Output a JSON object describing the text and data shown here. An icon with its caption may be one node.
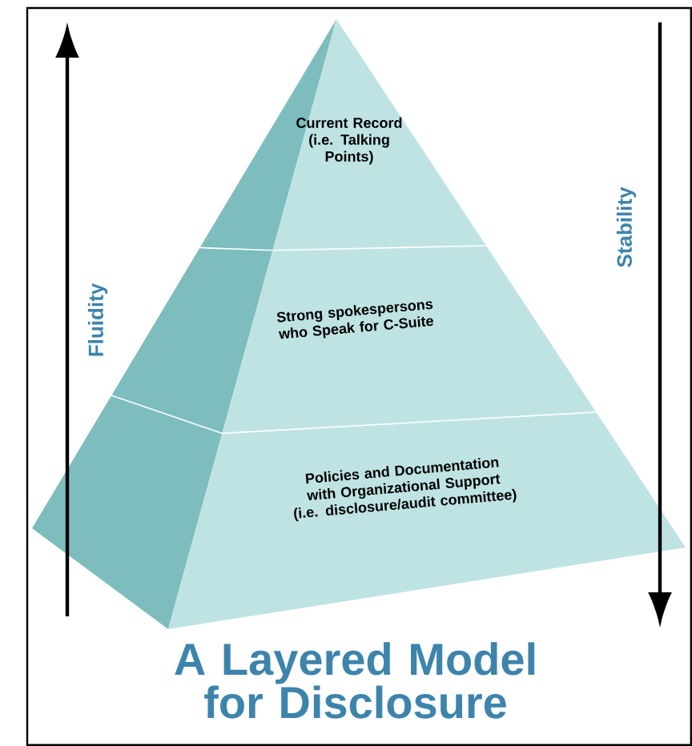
{
  "diagram": {
    "title": "A Layered Model for Disclosure",
    "nodes": [
      {
        "text": [
          "Current Record (i.e. Talking Points)"
        ]
      },
      {
        "text": [
          "Strong spokespersons who Speak for C-Suite"
        ]
      },
      {
        "text": [
          "Policies and Documentation with Organizational Support (i.e. disclosure/audit committee)"
        ]
      }
    ],
    "labels": [
      "Fluidity",
      "Stability"
    ]
  }
}
